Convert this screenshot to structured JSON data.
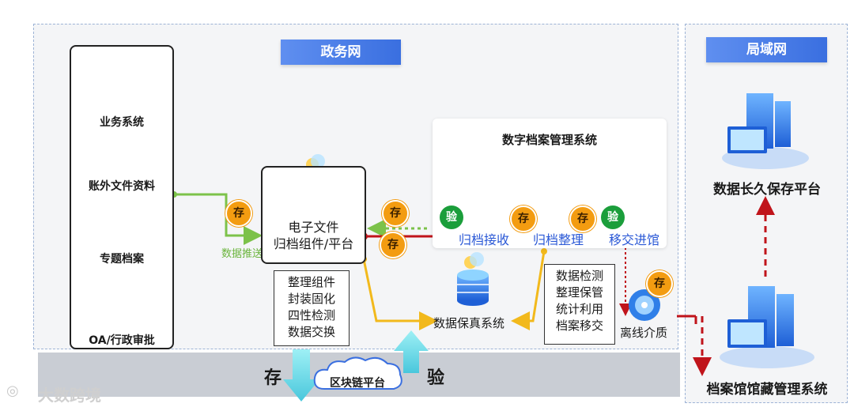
{
  "zones": {
    "gov": {
      "title": "政务网"
    },
    "lan": {
      "title": "局域网"
    }
  },
  "left_panel": {
    "items": [
      {
        "label": "业务系统",
        "icon": "server-cluster-icon"
      },
      {
        "label": "账外文件资料",
        "icon": "monitor-files-icon"
      },
      {
        "label": "专题档案",
        "icon": "database-stack-icon"
      },
      {
        "label": "OA/行政审批",
        "icon": "database-stack-icon"
      }
    ]
  },
  "push_label": "数据推送",
  "center_panel": {
    "line1": "电子文件",
    "line2": "归档组件/平台"
  },
  "center_box": {
    "lines": [
      "整理组件",
      "封装固化",
      "四性检测",
      "数据交换"
    ]
  },
  "dams": {
    "title": "数字档案管理系统",
    "steps": [
      "归档接收",
      "归档整理",
      "移交进馆"
    ]
  },
  "right_box": {
    "lines": [
      "数据检测",
      "整理保管",
      "统计利用",
      "档案移交"
    ]
  },
  "fidelity_label": "数据保真系统",
  "offline_label": "离线介质",
  "long_term_label": "数据长久保存平台",
  "archive_system_label": "档案馆馆藏管理系统",
  "badges": {
    "store": "存",
    "verify": "验"
  },
  "bottom": {
    "left": "存",
    "center": "区块链平台",
    "right": "验"
  },
  "watermark": "大数跨境",
  "colors": {
    "accent": "#3a6fe0",
    "store": "#f39c11",
    "verify": "#1b9e3b",
    "arrow_red": "#c0141b",
    "arrow_green": "#7cc24a",
    "arrow_yellow": "#f2b91c"
  }
}
